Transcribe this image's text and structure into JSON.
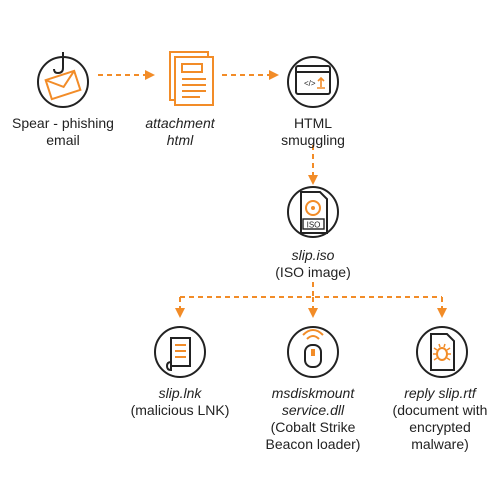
{
  "colors": {
    "accent": "#f28c28",
    "icon_outline": "#222222",
    "arrow": "#f28c28"
  },
  "nodes": {
    "email": {
      "icon": "phishing-email-icon",
      "line1": "Spear - phishing",
      "line2": "email"
    },
    "attachment": {
      "icon": "document-icon",
      "line1": "attachment",
      "line2": "html"
    },
    "smuggling": {
      "icon": "html-code-window-icon",
      "line1": "HTML",
      "line2": "smuggling"
    },
    "iso": {
      "icon": "iso-disc-file-icon",
      "line1": "slip.iso",
      "line2": "(ISO image)",
      "badge": "ISO"
    },
    "lnk": {
      "icon": "scroll-icon",
      "line1": "slip.lnk",
      "line2": "(malicious LNK)"
    },
    "dll": {
      "icon": "mouse-signal-icon",
      "line1": "msdiskmount",
      "line2": "service.dll",
      "line3": "(Cobalt Strike",
      "line4": "Beacon loader)"
    },
    "rtf": {
      "icon": "bug-file-icon",
      "line1": "reply slip.rtf",
      "line2": "(document with",
      "line3": "encrypted",
      "line4": "malware)"
    }
  }
}
